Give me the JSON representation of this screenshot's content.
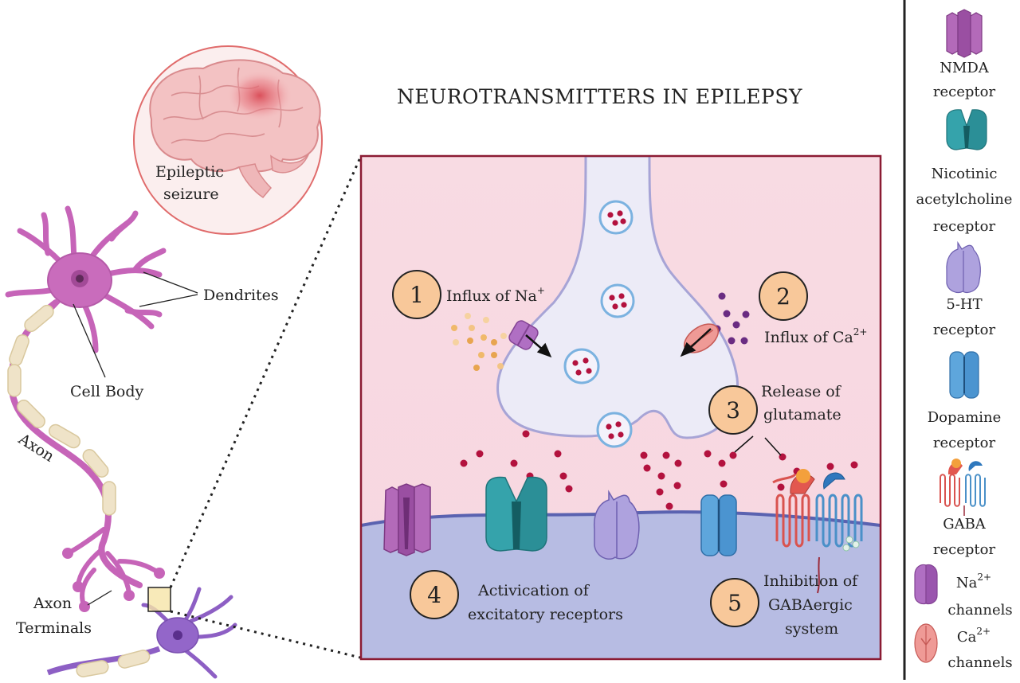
{
  "title": "NEUROTRANSMITTERS IN EPILEPSY",
  "brain": {
    "label_line1": "Epileptic",
    "label_line2": "seizure",
    "icon": "brain-icon"
  },
  "neuron": {
    "dendrites": "Dendrites",
    "cell_body": "Cell Body",
    "axon": "Axon",
    "axon_terminals_line1": "Axon",
    "axon_terminals_line2": "Terminals"
  },
  "steps": [
    {
      "num": "1",
      "text": "Influx of Na",
      "sup": "+"
    },
    {
      "num": "2",
      "text": "Influx of Ca",
      "sup": "2+"
    },
    {
      "num": "3",
      "line1": "Release of",
      "line2": "glutamate"
    },
    {
      "num": "4",
      "line1": "Activication of",
      "line2": "excitatory receptors"
    },
    {
      "num": "5",
      "line1": "Inhibition of",
      "line2": "GABAergic",
      "line3": "system"
    }
  ],
  "legend": {
    "nmda_line1": "NMDA",
    "nmda_line2": "receptor",
    "nicotinic_line1": "Nicotinic",
    "nicotinic_line2": "acetylcholine",
    "nicotinic_line3": "receptor",
    "ht_line1": "5-HT",
    "ht_line2": "receptor",
    "dopamine_line1": "Dopamine",
    "dopamine_line2": "receptor",
    "gaba_line1": "GABA",
    "gaba_line2": "receptor",
    "na_line1": "Na",
    "na_sup": "2+",
    "na_line2": "channels",
    "ca_line1": "Ca",
    "ca_sup": "2+",
    "ca_line2": "channels"
  },
  "colors": {
    "nmda": "#a05aa8",
    "nicotinic": "#2e9ea6",
    "ht": "#a79ad8",
    "dopamine": "#5b9fd6",
    "gaba_red": "#d9534f",
    "gaba_blue": "#4a90c8",
    "step_circle": "#f8c89a",
    "synapse_bg": "#f9dfe6",
    "post_bg": "#b8bde3",
    "neuron": "#c664b8",
    "neuron2": "#8d5fc4",
    "myelin": "#efe3c8"
  }
}
